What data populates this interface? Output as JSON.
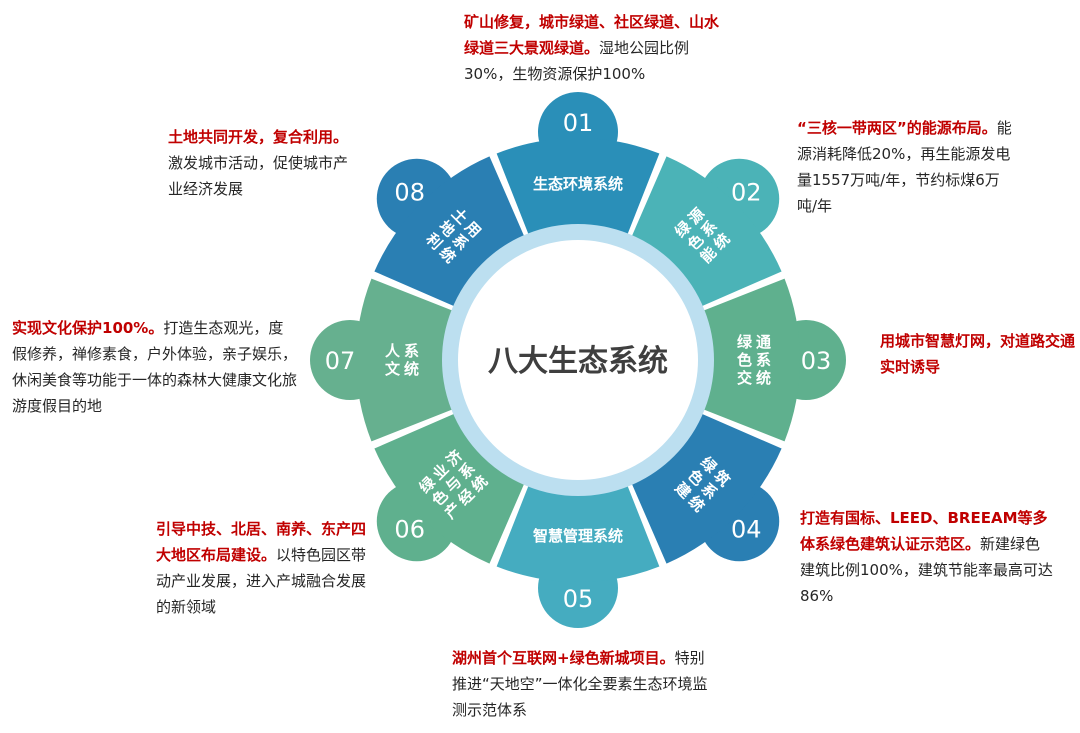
{
  "center": {
    "title": "八大生态系统"
  },
  "segments": [
    {
      "num": "01",
      "label": "生态环境系统",
      "color": "#2a8fb8",
      "desc_highlight": "矿山修复，城市绿道、社区绿道、山水绿道三大景观绿道。",
      "desc_text": "湿地公园比例30%，生物资源保护100%"
    },
    {
      "num": "02",
      "label": "绿色能源系统",
      "color": "#4bb3b7",
      "desc_highlight": "“三核一带两区”的能源布局。",
      "desc_text": "能源消耗降低20%，再生能源发电量1557万吨/年，节约标煤6万吨/年"
    },
    {
      "num": "03",
      "label": "绿色交通系统",
      "color": "#5fb08e",
      "desc_highlight": "用城市智慧灯网，对道路交通实时诱导",
      "desc_text": ""
    },
    {
      "num": "04",
      "label": "绿色建筑系统",
      "color": "#2a7fb3",
      "desc_highlight": "打造有国标、LEED、BREEAM等多体系绿色建筑认证示范区。",
      "desc_text": "新建绿色建筑比例100%，建筑节能率最高可达86%"
    },
    {
      "num": "05",
      "label": "智慧管理系统",
      "color": "#45acc0",
      "desc_highlight": "湖州首个互联网+绿色新城项目。",
      "desc_text": "特别推进“天地空”一体化全要素生态环境监测示范体系"
    },
    {
      "num": "06",
      "label": "绿色产业与经济系统",
      "color": "#5fb08e",
      "desc_highlight": "引导中技、北居、南养、东产四大地区布局建设。",
      "desc_text": "以特色园区带动产业发展，进入产城融合发展的新领域"
    },
    {
      "num": "07",
      "label": "人文系统",
      "color": "#66b08f",
      "desc_highlight": "实现文化保护100%。",
      "desc_text": "打造生态观光，度假修养，禅修素食，户外体验，亲子娱乐，休闲美食等功能于一体的森林大健康文化旅游度假目的地"
    },
    {
      "num": "08",
      "label": "土地利用系统",
      "color": "#2a7fb3",
      "desc_highlight": "土地共同开发，复合利用。",
      "desc_text": "激发城市活动，促使城市产业经济发展"
    }
  ]
}
